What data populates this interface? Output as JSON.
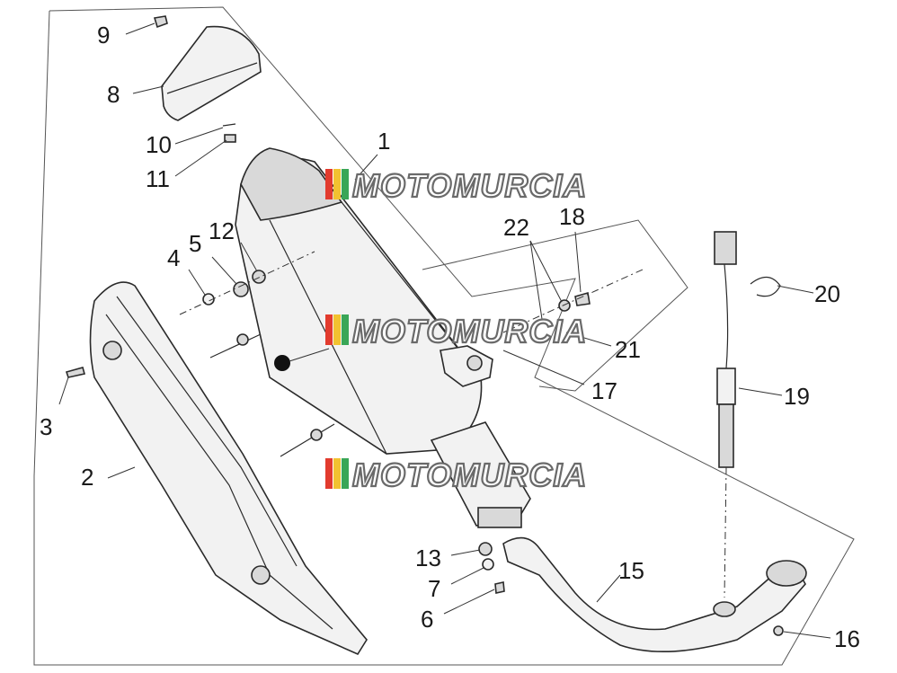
{
  "callouts": [
    {
      "id": "callout-9",
      "text": "9"
    },
    {
      "id": "callout-8",
      "text": "8"
    },
    {
      "id": "callout-10",
      "text": "10"
    },
    {
      "id": "callout-11",
      "text": "11"
    },
    {
      "id": "callout-1",
      "text": "1"
    },
    {
      "id": "callout-5",
      "text": "5"
    },
    {
      "id": "callout-12",
      "text": "12"
    },
    {
      "id": "callout-4",
      "text": "4"
    },
    {
      "id": "callout-22",
      "text": "22"
    },
    {
      "id": "callout-18",
      "text": "18"
    },
    {
      "id": "callout-20",
      "text": "20"
    },
    {
      "id": "callout-21",
      "text": "21"
    },
    {
      "id": "callout-17",
      "text": "17"
    },
    {
      "id": "callout-19",
      "text": "19"
    },
    {
      "id": "callout-3",
      "text": "3"
    },
    {
      "id": "callout-2",
      "text": "2"
    },
    {
      "id": "callout-13",
      "text": "13"
    },
    {
      "id": "callout-7",
      "text": "7"
    },
    {
      "id": "callout-6",
      "text": "6"
    },
    {
      "id": "callout-15",
      "text": "15"
    },
    {
      "id": "callout-16",
      "text": "16"
    }
  ],
  "watermark": {
    "text": "MOTOMURCIA",
    "flag_colors": [
      "#e23b2e",
      "#f2c230",
      "#3aa657"
    ]
  }
}
